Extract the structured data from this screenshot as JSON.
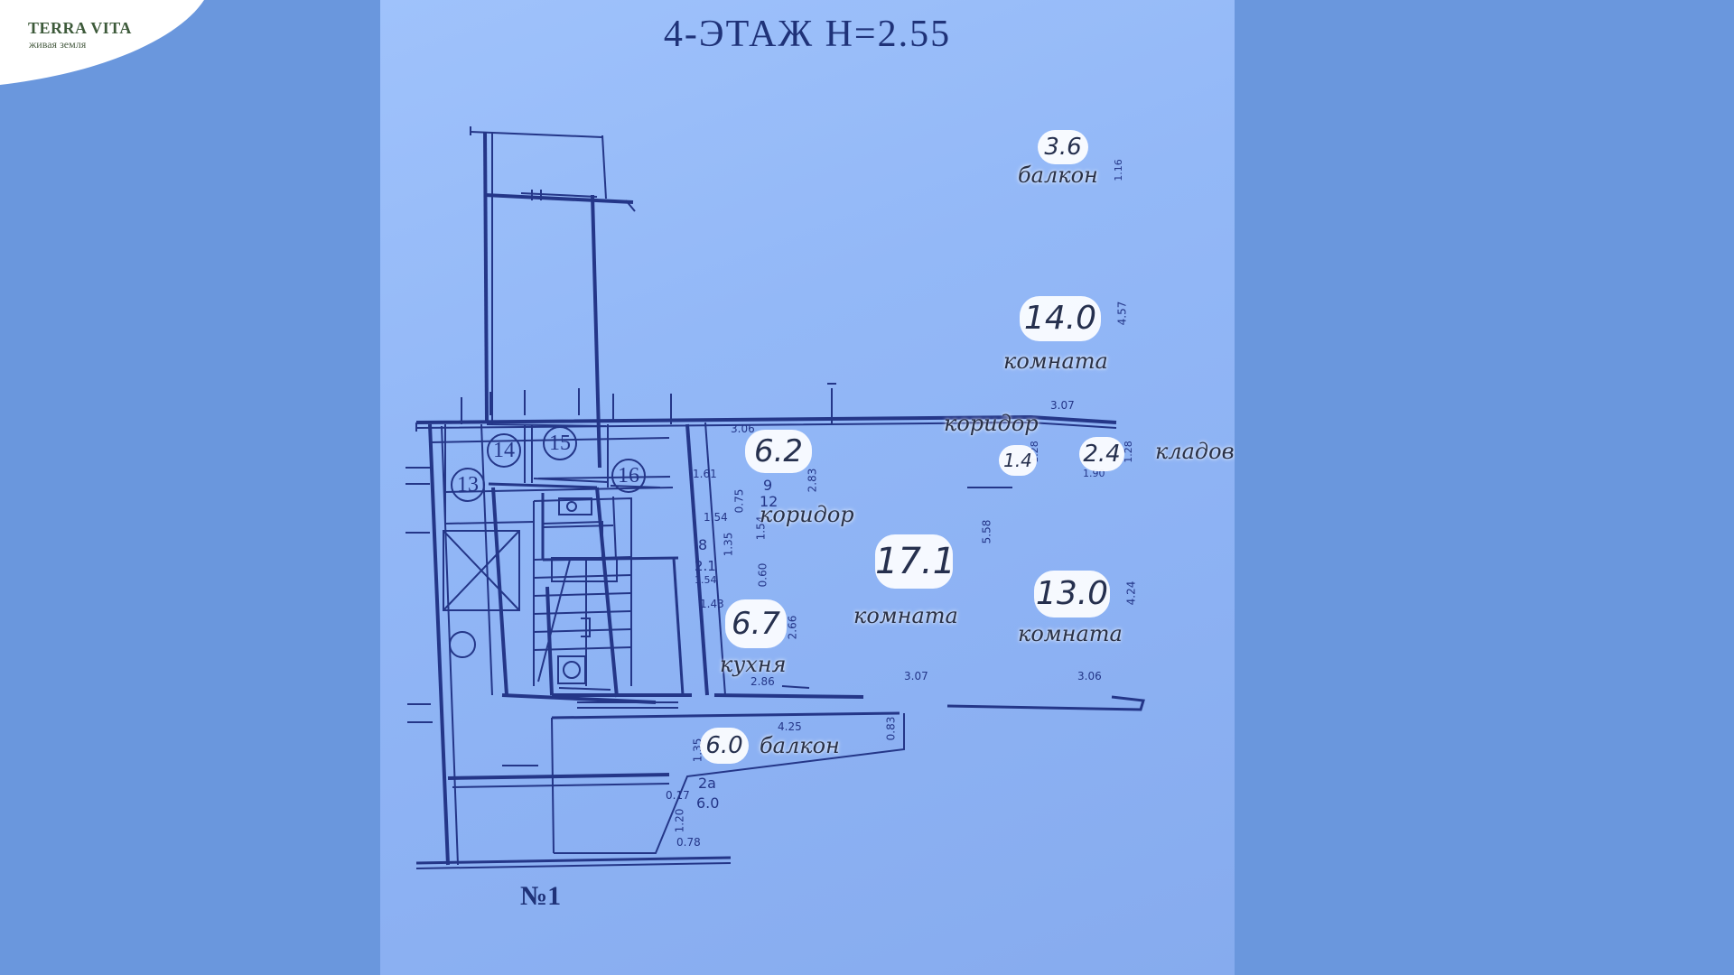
{
  "logo": {
    "title": "TERRA VITA",
    "subtitle": "живая земля"
  },
  "plan": {
    "title": "4-ЭТАЖ  Н=2.55",
    "drawing_number": "№1",
    "stair_numbers": [
      "13",
      "14",
      "15",
      "16"
    ],
    "room_numbers": {
      "r9": "9",
      "r12": "12",
      "r8": "8",
      "r2a": "2а"
    },
    "dimensions": {
      "d306": "3.06",
      "d161": "1.61",
      "d283": "2.83",
      "d075": "0.75",
      "d154a": "1.54",
      "d154b": "1.54",
      "d135a": "1.35",
      "d060": "0.60",
      "d154c": "1.54",
      "d143": "1.43",
      "d266": "2.66",
      "d286": "2.86",
      "d425": "4.25",
      "d083": "0.83",
      "d135b": "1.35",
      "d017": "0.17",
      "d120": "1.20",
      "d078": "0.78",
      "d307a": "3.07",
      "d558": "5.58",
      "d307b": "3.07",
      "d457": "4.57",
      "d116": "1.16",
      "d128a": "1.28",
      "d128b": "1.28",
      "d190": "1.90",
      "d424": "4.24",
      "d306b": "3.06",
      "d21": "2.1",
      "d60": "6.0"
    }
  },
  "rooms": {
    "balcony_top": {
      "area": "3.6",
      "name": "балкон"
    },
    "room_14": {
      "area": "14.0",
      "name": "комната"
    },
    "corridor_right": {
      "area": "1.4",
      "name": "коридор"
    },
    "storage": {
      "area": "2.4",
      "name": "кладовка"
    },
    "corridor_left": {
      "area": "6.2",
      "name": "коридор"
    },
    "room_17": {
      "area": "17.1",
      "name": "комната"
    },
    "room_13": {
      "area": "13.0",
      "name": "комната"
    },
    "kitchen": {
      "area": "6.7",
      "name": "кухня"
    },
    "balcony_bottom": {
      "area": "6.0",
      "name": "балкон"
    }
  },
  "colors": {
    "ink": "#243688",
    "background": "#6a97dd",
    "paper": "#93b8f7",
    "logo_green": "#3d5a3a"
  }
}
